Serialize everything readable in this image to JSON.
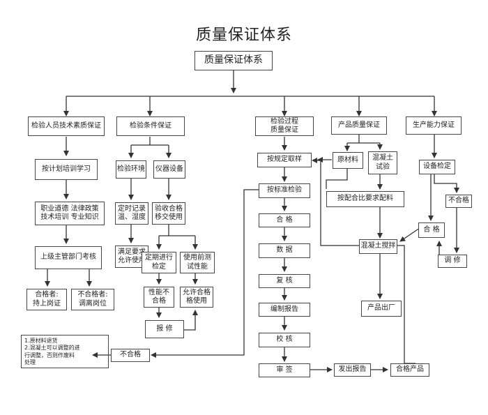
{
  "title": "质量保证体系",
  "nodes": {
    "root": "质量保证体系",
    "personnel": "检验人员技术素质保证",
    "conditions": "检验条件保证",
    "process": "检验过程\n质量保证",
    "product": "产品质量保证",
    "capacity": "生产能力保证",
    "training_plan": "按计划培训学习",
    "training_topics": "职业道德  法律政策\n技术培训  专业知识",
    "dept_assess": "上级主管部门考核",
    "qualified_person": "合格者:\n持上岗证",
    "unqualified_person": "不合格者:\n调离岗位",
    "env": "检验环境",
    "instruments": "仪器设备",
    "temp_humidity": "定时记录\n温、湿度",
    "meet_req": "满足要求\n允许使用",
    "accept_check": "验收合格\n移交使用",
    "periodic_verify": "定期进行\n检定",
    "pre_use_test": "使用前测\n试性能",
    "perf_fail": "性能不\n合格",
    "allow_use": "允许合格\n格使用",
    "repair_1": "报  修",
    "sampling": "按规定取样",
    "test_std": "按标准检验",
    "qualified": "合  格",
    "data": "数  据",
    "recheck": "复  核",
    "report": "编制报告",
    "proofread": "校  核",
    "approve": "审  签",
    "issue_report": "发出报告",
    "qualified_product": "合格产品",
    "raw_material": "原材料",
    "concrete_test": "混凝土\n试验",
    "mix_ratio": "按配合比要求配料",
    "mixing": "混凝土搅拌",
    "factory": "产品出厂",
    "equip_verify": "设备检定",
    "unqualified_equip": "不合格",
    "qualified_equip": "合  格",
    "repair_2": "调  修",
    "unqualified": "不合格"
  },
  "note": "1.原材料退货\n2.混凝土可以调整的进\n   行调整，否则作废料\n   处理"
}
